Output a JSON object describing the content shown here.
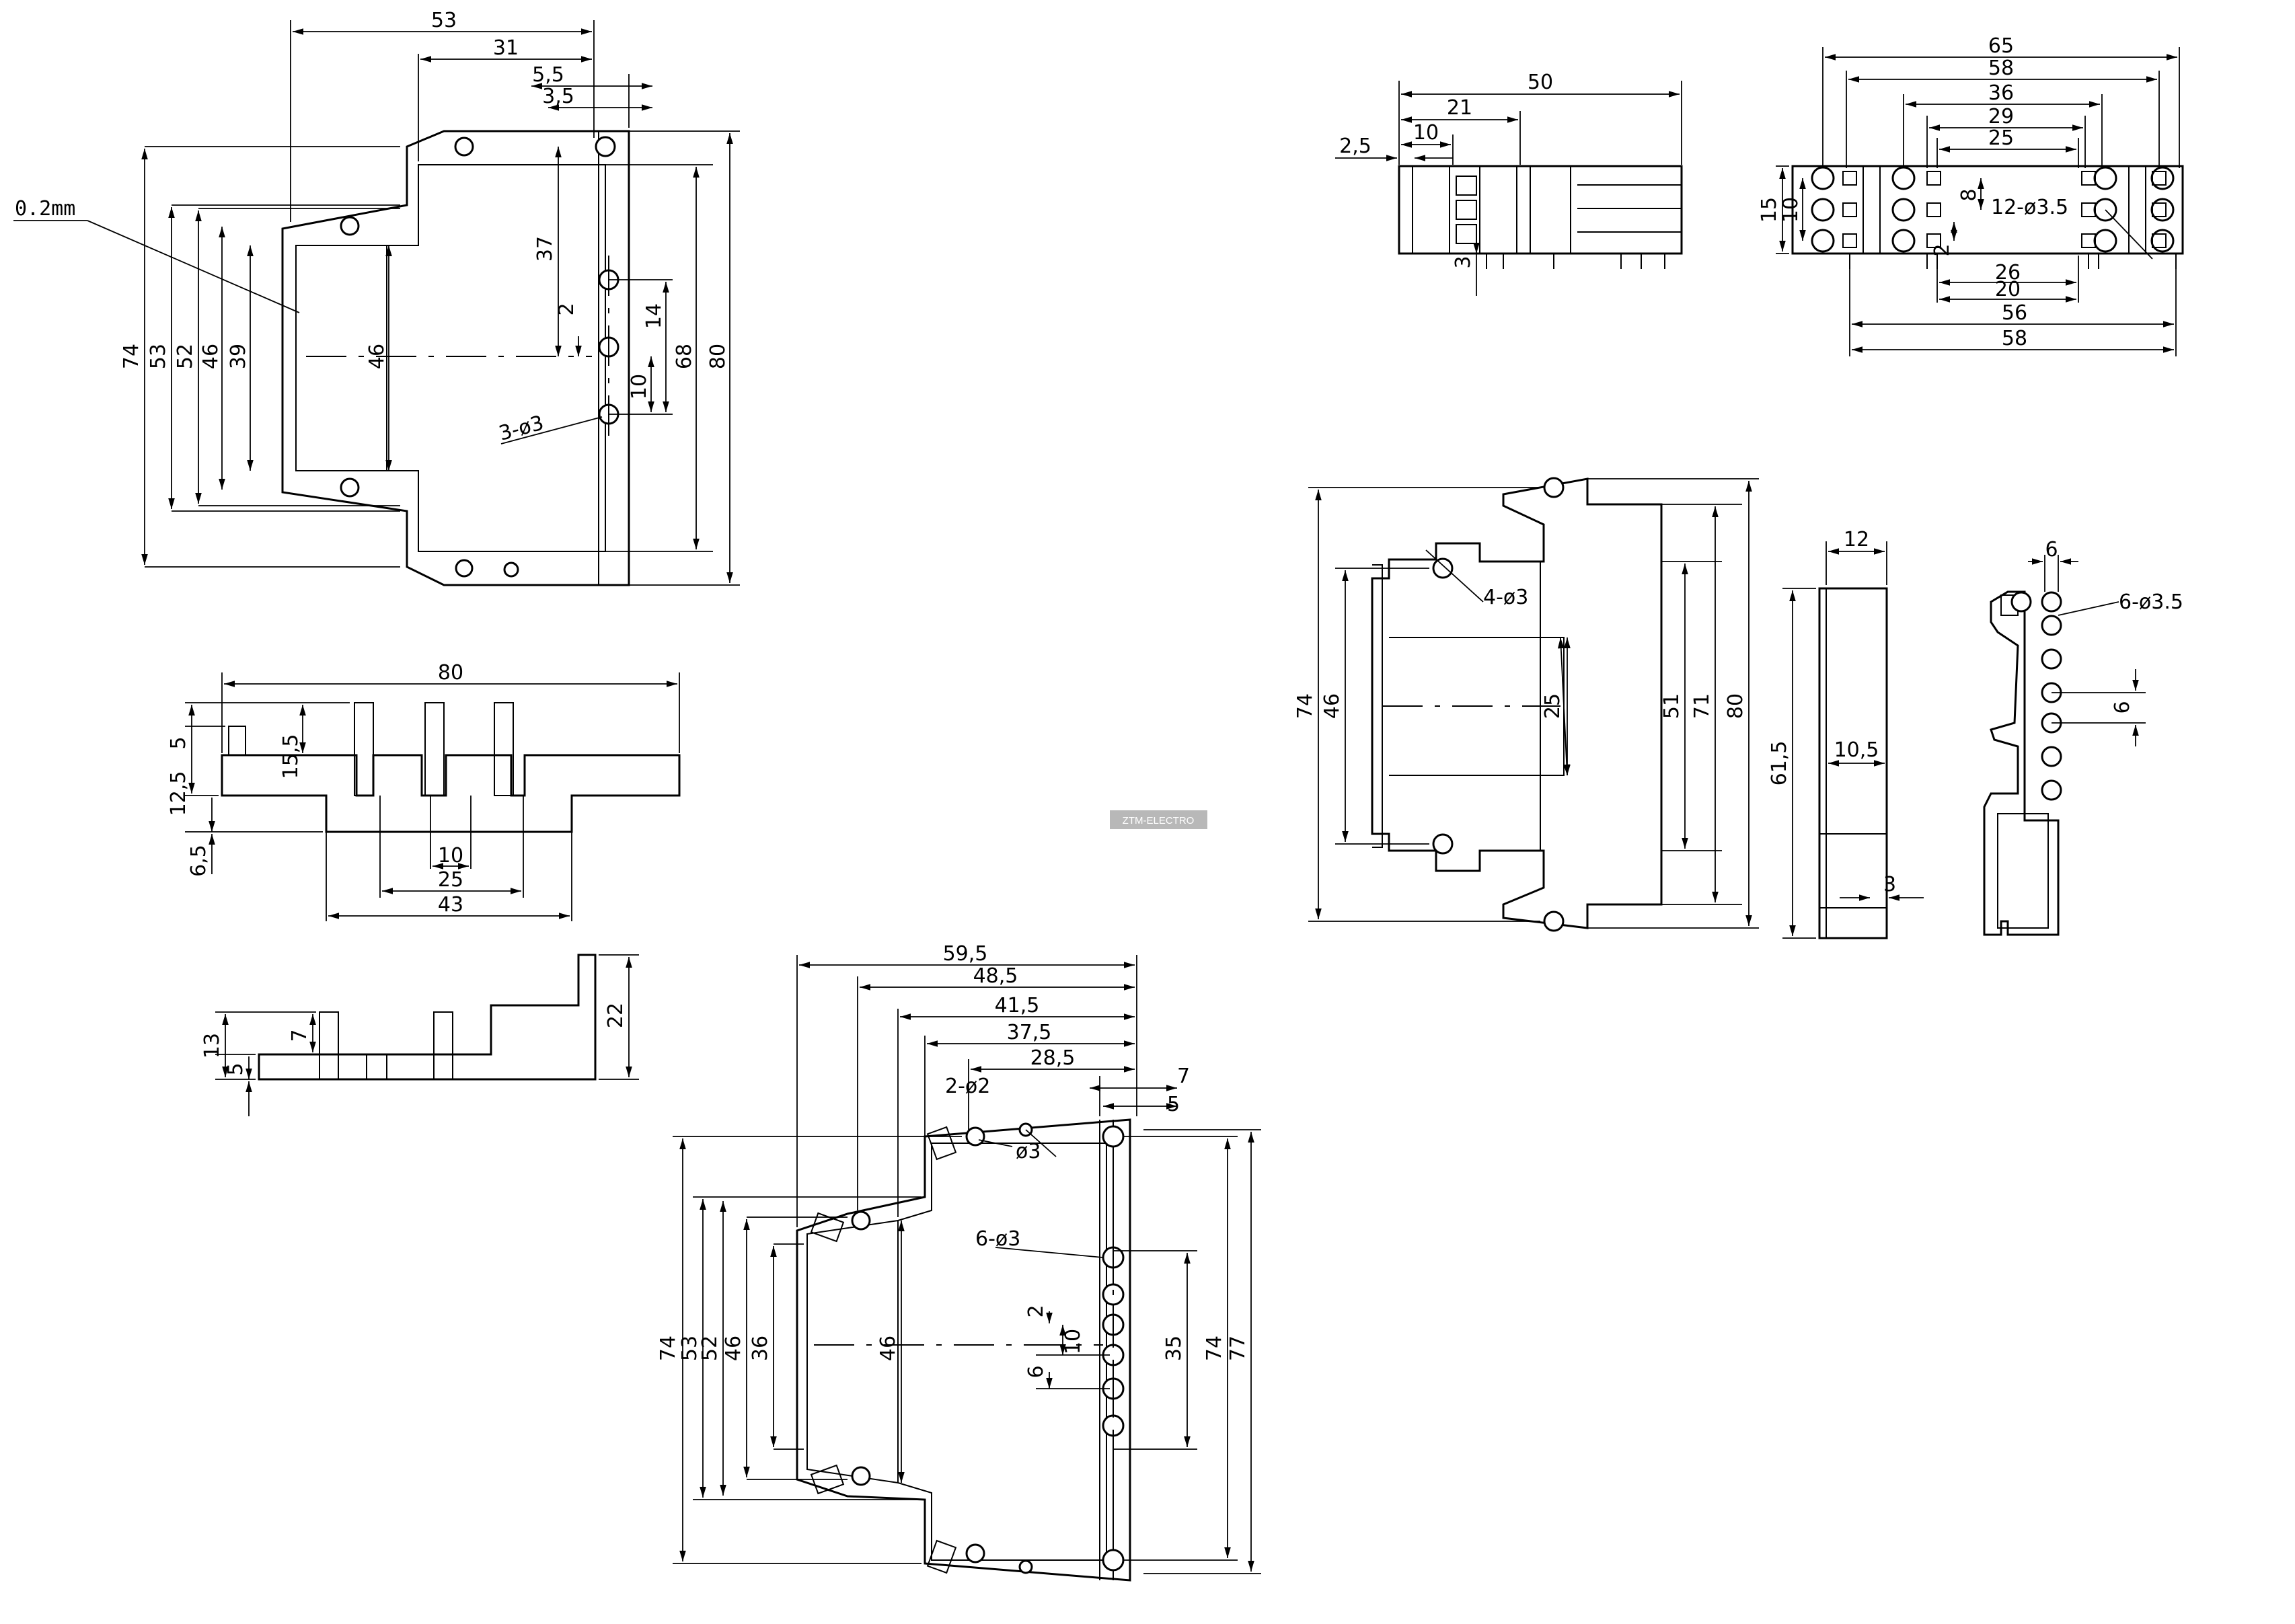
{
  "watermark": "ZTM-ELECTRO",
  "view1": {
    "d53": "53",
    "d31": "31",
    "d55": "5,5",
    "d35": "3,5",
    "d74": "74",
    "d53v": "53",
    "d52": "52",
    "d46": "46",
    "d39": "39",
    "d46c": "46",
    "d37": "37",
    "d2": "2",
    "d14": "14",
    "d10": "10",
    "d68": "68",
    "d80": "80",
    "holes": "3-ø3",
    "wall": "0.2mm"
  },
  "view2": {
    "d80": "80",
    "d5": "5",
    "d155": "15,5",
    "d125": "12,5",
    "d65": "6,5",
    "d10": "10",
    "d25": "25",
    "d43": "43"
  },
  "view3": {
    "d13": "13",
    "d7": "7",
    "d5": "5",
    "d22": "22"
  },
  "view4": {
    "d595": "59,5",
    "d485": "48,5",
    "d415": "41,5",
    "d375": "37,5",
    "d285": "28,5",
    "d7": "7",
    "d5": "5",
    "h2": "2-ø2",
    "h3": "ø3",
    "h6": "6-ø3",
    "d74": "74",
    "d53": "53",
    "d52": "52",
    "d46": "46",
    "d36": "36",
    "d46c": "46",
    "d2": "2",
    "d10": "10",
    "d6": "6",
    "d35": "35",
    "d74r": "74",
    "d77": "77"
  },
  "view5": {
    "d50": "50",
    "d21": "21",
    "d10": "10",
    "d25": "2,5",
    "d3": "3"
  },
  "view6": {
    "d65": "65",
    "d58": "58",
    "d36": "36",
    "d29": "29",
    "d25": "25",
    "d15": "15",
    "d10": "10",
    "d8": "8",
    "d2": "2",
    "holes": "12-ø3.5",
    "d26": "26",
    "d20": "20",
    "d56": "56",
    "d58b": "58"
  },
  "view7": {
    "d74": "74",
    "d46": "46",
    "holes": "4-ø3",
    "d25": "25",
    "d51": "51",
    "d71": "71",
    "d80": "80"
  },
  "view8": {
    "d12": "12",
    "d615": "61,5",
    "d105": "10,5",
    "d3": "3"
  },
  "view9": {
    "d6": "6",
    "holes": "6-ø3.5",
    "d6b": "6"
  }
}
